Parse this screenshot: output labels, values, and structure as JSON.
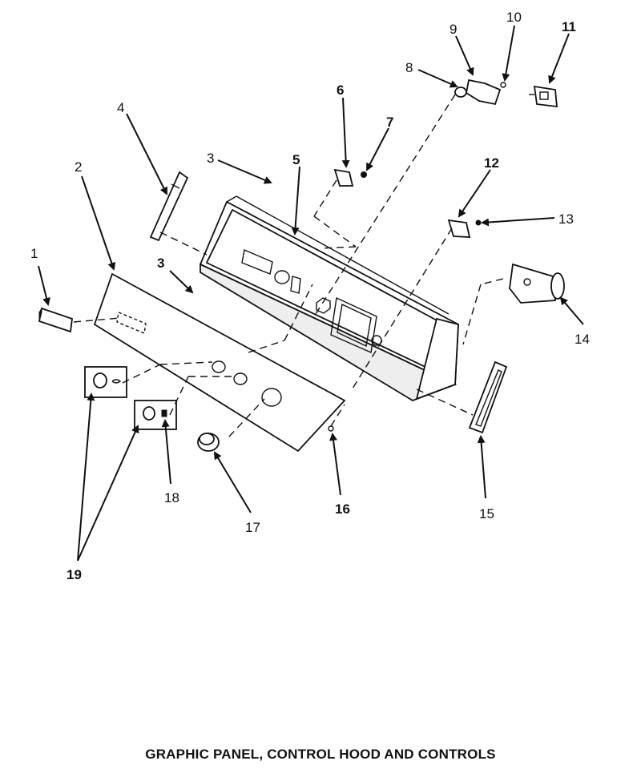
{
  "title": "GRAPHIC PANEL, CONTROL HOOD AND CONTROLS",
  "callouts": [
    {
      "id": "1",
      "label": "1",
      "bold": false
    },
    {
      "id": "2",
      "label": "2",
      "bold": false
    },
    {
      "id": "3a",
      "label": "3",
      "bold": false
    },
    {
      "id": "3b",
      "label": "3",
      "bold": true
    },
    {
      "id": "4",
      "label": "4",
      "bold": false
    },
    {
      "id": "5",
      "label": "5",
      "bold": true
    },
    {
      "id": "6",
      "label": "6",
      "bold": true
    },
    {
      "id": "7",
      "label": "7",
      "bold": true
    },
    {
      "id": "8",
      "label": "8",
      "bold": false
    },
    {
      "id": "9",
      "label": "9",
      "bold": false
    },
    {
      "id": "10",
      "label": "10",
      "bold": false
    },
    {
      "id": "11",
      "label": "11",
      "bold": true
    },
    {
      "id": "12",
      "label": "12",
      "bold": true
    },
    {
      "id": "13",
      "label": "13",
      "bold": false
    },
    {
      "id": "14",
      "label": "14",
      "bold": false
    },
    {
      "id": "15",
      "label": "15",
      "bold": false
    },
    {
      "id": "16",
      "label": "16",
      "bold": true
    },
    {
      "id": "17",
      "label": "17",
      "bold": false
    },
    {
      "id": "18",
      "label": "18",
      "bold": false
    },
    {
      "id": "19",
      "label": "19",
      "bold": true
    }
  ]
}
